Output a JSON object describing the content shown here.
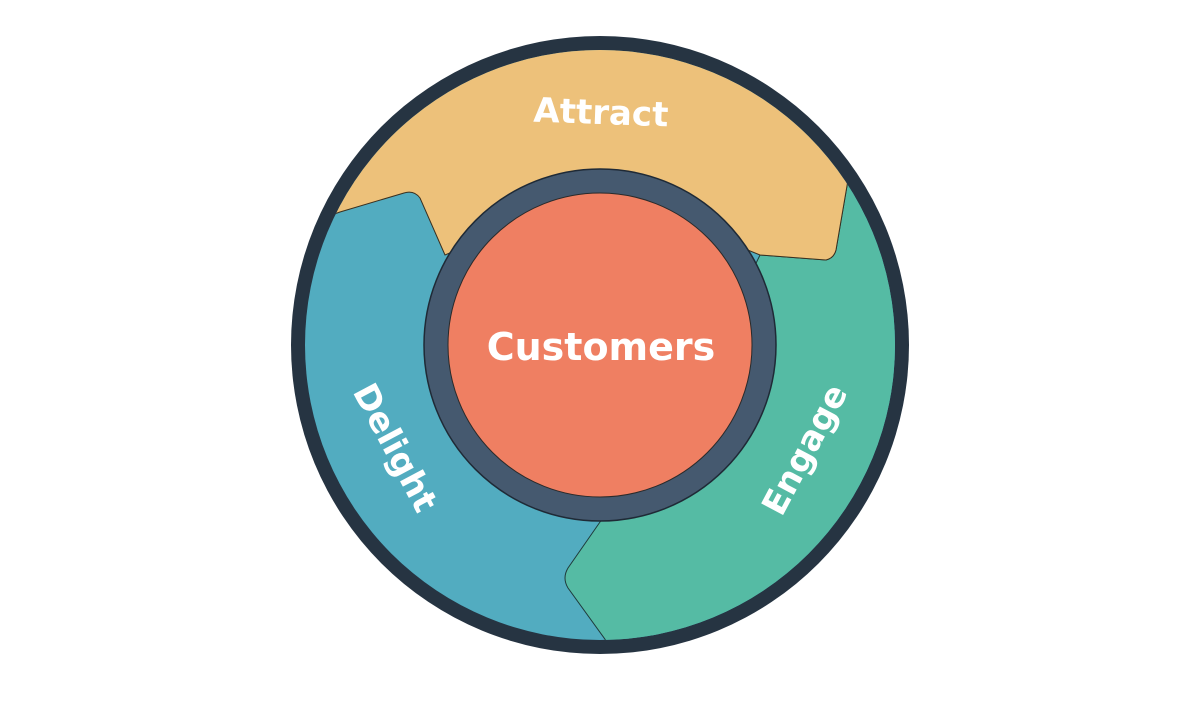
{
  "diagram": {
    "center": {
      "label": "Customers",
      "color": "#ef7f62"
    },
    "stages": [
      {
        "label": "Attract",
        "color": "#edc17a"
      },
      {
        "label": "Engage",
        "color": "#55bba4"
      },
      {
        "label": "Delight",
        "color": "#52acc0"
      }
    ],
    "colors": {
      "outer_ring": "#263442",
      "inner_ring": "#45596f",
      "background": "#ffffff"
    }
  }
}
